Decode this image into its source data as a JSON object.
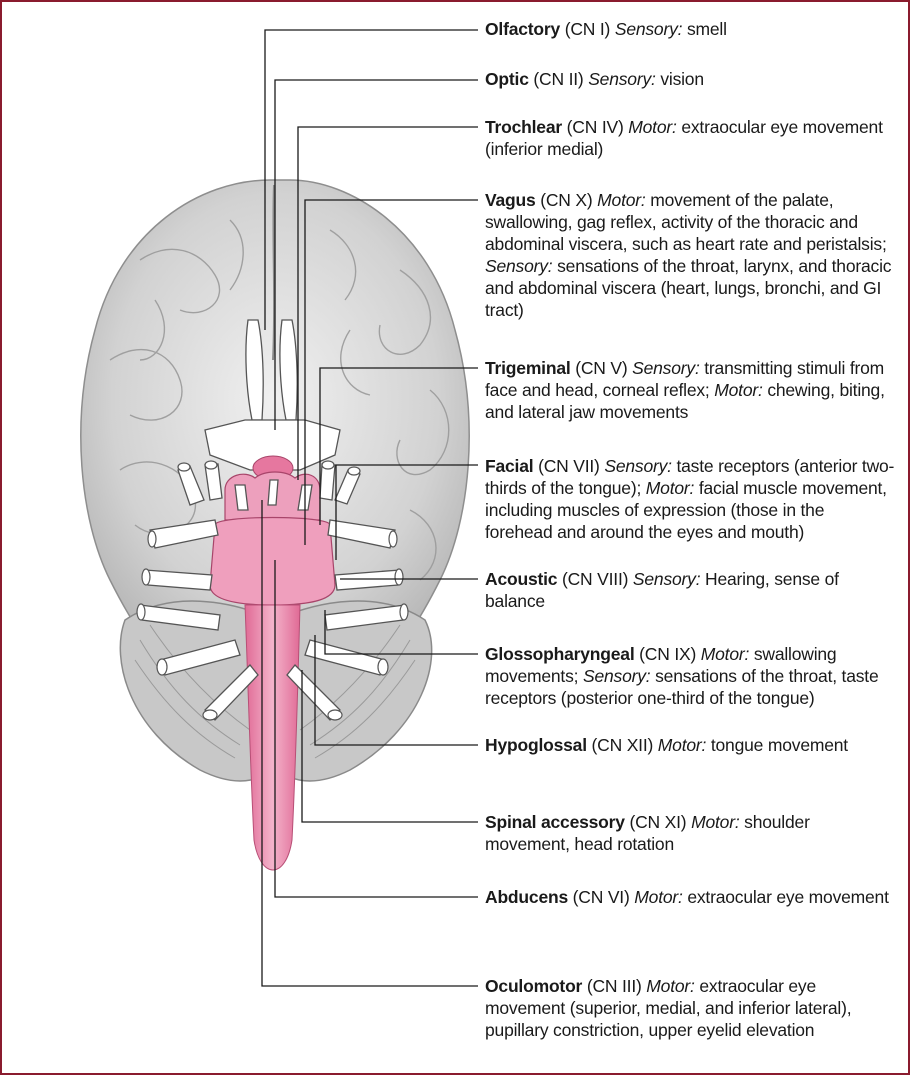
{
  "labels": [
    {
      "key": "olfactory",
      "name": "Olfactory",
      "cn": "(CN I)",
      "parts": [
        {
          "k": "Sensory:",
          "t": " smell"
        }
      ]
    },
    {
      "key": "optic",
      "name": "Optic",
      "cn": "(CN II)",
      "parts": [
        {
          "k": "Sensory:",
          "t": " vision"
        }
      ]
    },
    {
      "key": "trochlear",
      "name": "Trochlear",
      "cn": "(CN IV)",
      "parts": [
        {
          "k": "Motor:",
          "t": " extraocular eye movement (inferior medial)"
        }
      ]
    },
    {
      "key": "vagus",
      "name": "Vagus",
      "cn": "(CN X)",
      "parts": [
        {
          "k": "Motor:",
          "t": " movement of the palate, swallowing, gag reflex, activity of the thoracic and abdominal viscera, such as heart rate and peristalsis;"
        },
        {
          "k": "Sensory:",
          "t": " sensations of the throat, larynx, and thoracic and abdominal viscera (heart, lungs, bronchi, and GI tract)"
        }
      ]
    },
    {
      "key": "trigeminal",
      "name": "Trigeminal",
      "cn": "(CN V)",
      "parts": [
        {
          "k": "Sensory:",
          "t": " transmitting stimuli from face and head, corneal reflex;"
        },
        {
          "k": "Motor:",
          "t": " chewing, biting, and lateral jaw movements"
        }
      ]
    },
    {
      "key": "facial",
      "name": "Facial",
      "cn": "(CN VII)",
      "parts": [
        {
          "k": "Sensory:",
          "t": " taste receptors (anterior two-thirds of the tongue);"
        },
        {
          "k": "Motor:",
          "t": " facial muscle movement, including muscles of expression (those in the forehead and around the eyes and mouth)"
        }
      ]
    },
    {
      "key": "acoustic",
      "name": "Acoustic",
      "cn": "(CN VIII)",
      "parts": [
        {
          "k": "Sensory:",
          "t": " Hearing, sense of balance"
        }
      ]
    },
    {
      "key": "glossopharyngeal",
      "name": "Glossopharyngeal",
      "cn": "(CN IX)",
      "parts": [
        {
          "k": "Motor:",
          "t": " swallowing movements;"
        },
        {
          "k": "Sensory:",
          "t": " sensations of the throat, taste receptors (posterior one-third of the tongue)"
        }
      ]
    },
    {
      "key": "hypoglossal",
      "name": "Hypoglossal",
      "cn": "(CN XII)",
      "parts": [
        {
          "k": "Motor:",
          "t": " tongue movement"
        }
      ]
    },
    {
      "key": "spinal-accessory",
      "name": "Spinal accessory",
      "cn": "(CN XI)",
      "parts": [
        {
          "k": "Motor:",
          "t": " shoulder movement, head rotation"
        }
      ]
    },
    {
      "key": "abducens",
      "name": "Abducens",
      "cn": "(CN VI)",
      "parts": [
        {
          "k": "Motor:",
          "t": " extraocular eye movement"
        }
      ]
    },
    {
      "key": "oculomotor",
      "name": "Oculomotor",
      "cn": "(CN III)",
      "parts": [
        {
          "k": "Motor:",
          "t": " extraocular eye movement (superior, medial, and inferior lateral), pupillary constriction, upper eyelid elevation"
        }
      ]
    }
  ],
  "colors": {
    "frame": "#8a1b2e",
    "brain": "#d9d9d9",
    "brain_shadow": "#a9a9a9",
    "nerve": "#ffffff",
    "brainstem": "#e6779f",
    "brainstem_light": "#f2b3c9",
    "leader": "#1a1a1a"
  }
}
